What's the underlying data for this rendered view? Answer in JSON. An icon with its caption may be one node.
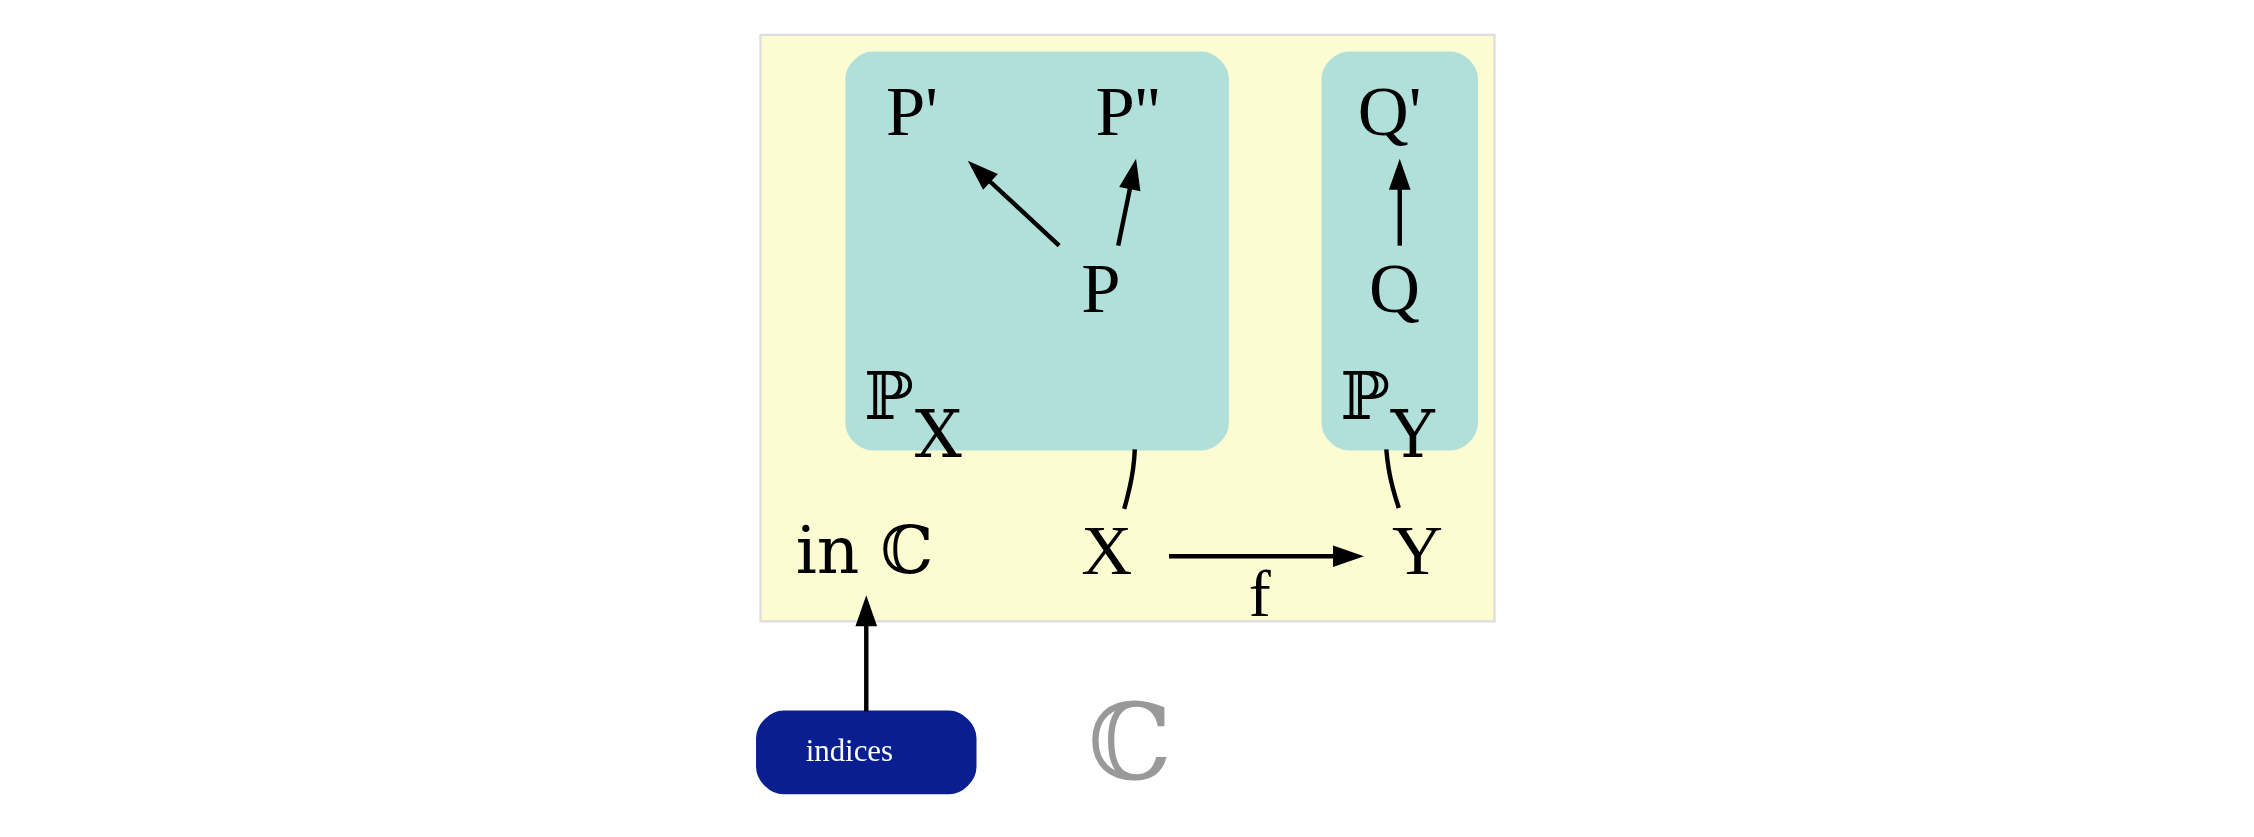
{
  "diagram": {
    "nodes": [
      {
        "text": [],
        "shape": "box"
      },
      {
        "text": [
          "ℙ$_{X}$"
        ],
        "in": 0
      },
      {
        "text": [
          "P'"
        ],
        "in": 1
      },
      {
        "text": [
          "P''"
        ],
        "in": 1
      },
      {
        "text": [
          "P"
        ],
        "in": 1
      },
      {
        "text": [
          "ℙ$_{Y}$"
        ],
        "in": 0
      },
      {
        "text": [
          "Q'"
        ],
        "in": 5
      },
      {
        "text": [
          "Q"
        ],
        "in": 5
      },
      {
        "text": [
          "X"
        ],
        "in": 0
      },
      {
        "text": [
          "Y"
        ],
        "in": 0
      },
      {
        "text": [
          "in ℂ"
        ],
        "in": 0
      },
      {
        "text": [
          "indices"
        ]
      }
    ],
    "edges": [
      {
        "from": 4,
        "to": 2,
        "arrow": "to"
      },
      {
        "from": 4,
        "to": 3,
        "arrow": "to"
      },
      {
        "from": 7,
        "to": 6,
        "arrow": "to"
      },
      {
        "from": 1,
        "to": 8,
        "arrow": "none"
      },
      {
        "from": 5,
        "to": 9,
        "arrow": "none"
      },
      {
        "from": 8,
        "to": 9,
        "label": "f",
        "arrow": "to"
      },
      {
        "from": 11,
        "to": 10,
        "arrow": "to"
      }
    ],
    "labels": [
      "ℂ"
    ]
  }
}
